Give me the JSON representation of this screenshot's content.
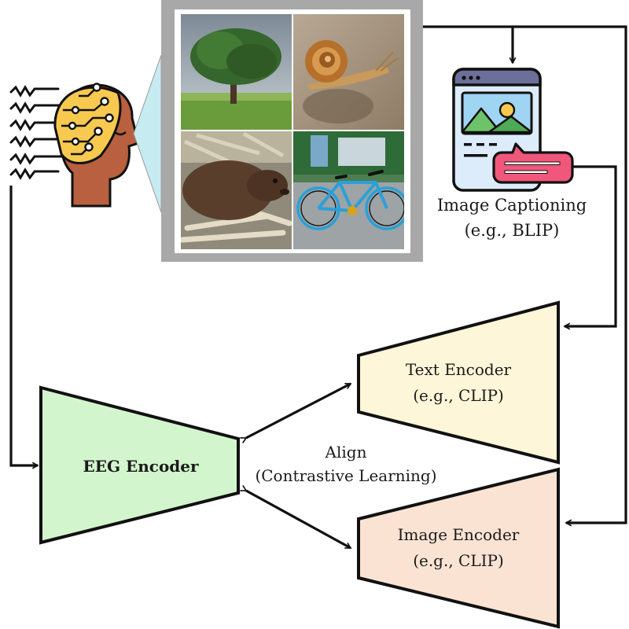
{
  "captioning": {
    "title": "Image Captioning",
    "example": "(e.g., BLIP)"
  },
  "encoders": {
    "text": {
      "title": "Text Encoder",
      "example": "(e.g., CLIP)",
      "fill": "#fdf6d8"
    },
    "image": {
      "title": "Image Encoder",
      "example": "(e.g., CLIP)",
      "fill": "#fbe3d4"
    },
    "eeg": {
      "title": "EEG Encoder",
      "fill": "#d3f5cd"
    }
  },
  "align": {
    "title": "Align",
    "subtitle": "(Contrastive Learning)"
  },
  "stimulus_images": [
    "tree-photo",
    "snail-photo",
    "beaver-photo",
    "bicycle-photo"
  ],
  "colors": {
    "stroke": "#111111",
    "frame": "#a8a8a8",
    "view_cone": "#c6ecf2",
    "head_skin": "#b8603f",
    "head_cap": "#f7c94f",
    "app_window": "#dcecfb",
    "app_header": "#6b6f9a",
    "caption_bubble": "#f0577a"
  }
}
